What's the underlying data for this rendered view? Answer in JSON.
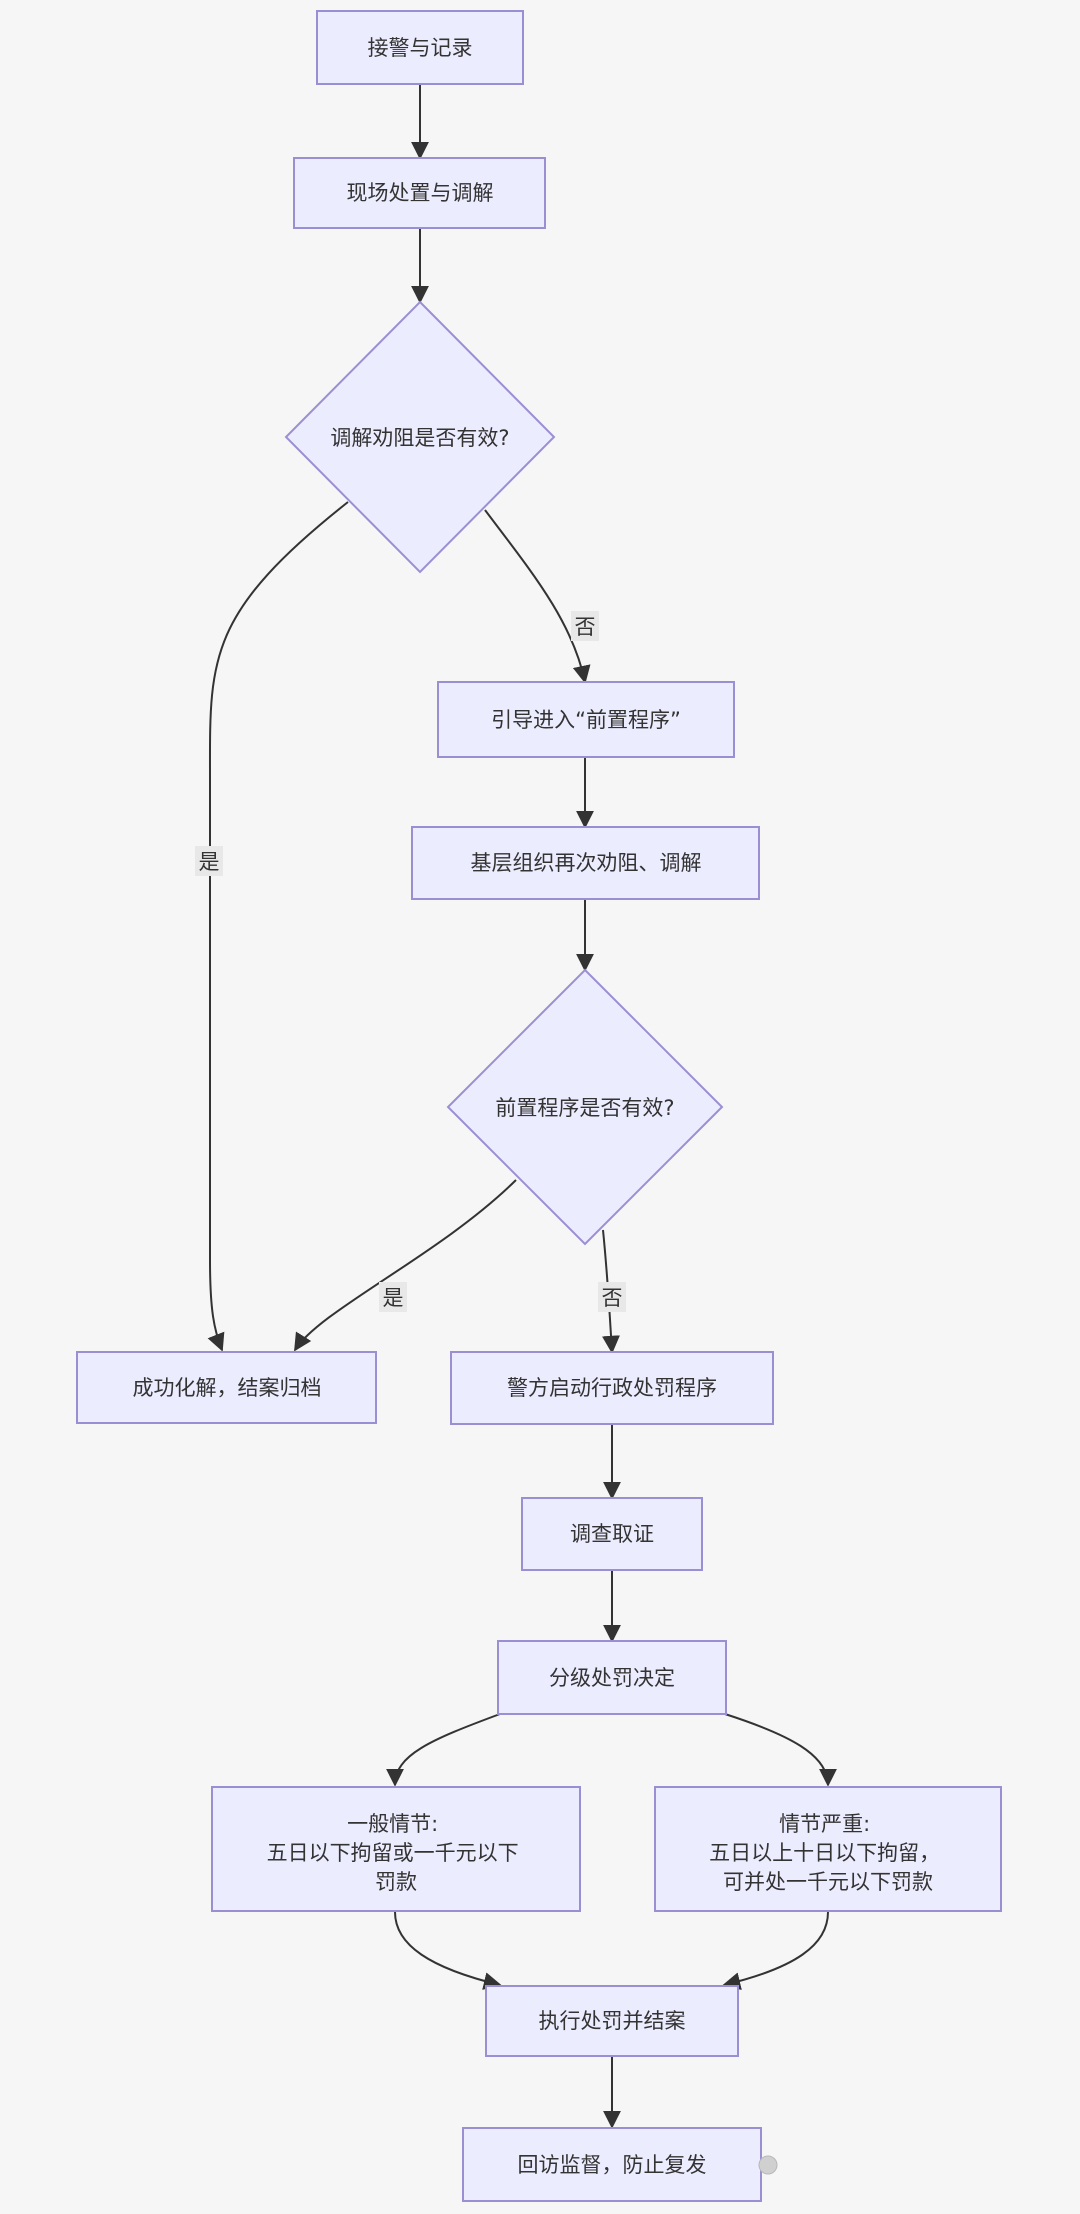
{
  "nodes": {
    "receive_alarm": {
      "label": "接警与记录"
    },
    "onsite_mediation": {
      "label": "现场处置与调解"
    },
    "mediation_effective": {
      "label": "调解劝阻是否有效?"
    },
    "guide_preprocedure": {
      "label": "引导进入“前置程序”"
    },
    "grassroots_mediation": {
      "label": "基层组织再次劝阻、调解"
    },
    "preprocedure_effective": {
      "label": "前置程序是否有效?"
    },
    "resolved_archived": {
      "label": "成功化解，结案归档"
    },
    "police_admin_penalty": {
      "label": "警方启动行政处罚程序"
    },
    "investigation": {
      "label": "调查取证"
    },
    "graded_decision": {
      "label": "分级处罚决定"
    },
    "general_case": {
      "lines": [
        "一般情节:",
        "五日以下拘留或一千元以下",
        "罚款"
      ]
    },
    "serious_case": {
      "lines": [
        "情节严重:",
        "五日以上十日以下拘留，",
        "可并处一千元以下罚款"
      ]
    },
    "execute_close": {
      "label": "执行处罚并结案"
    },
    "follow_up": {
      "label": "回访监督，防止复发"
    }
  },
  "edge_labels": {
    "yes_1": "是",
    "no_1": "否",
    "yes_2": "是",
    "no_2": "否"
  }
}
